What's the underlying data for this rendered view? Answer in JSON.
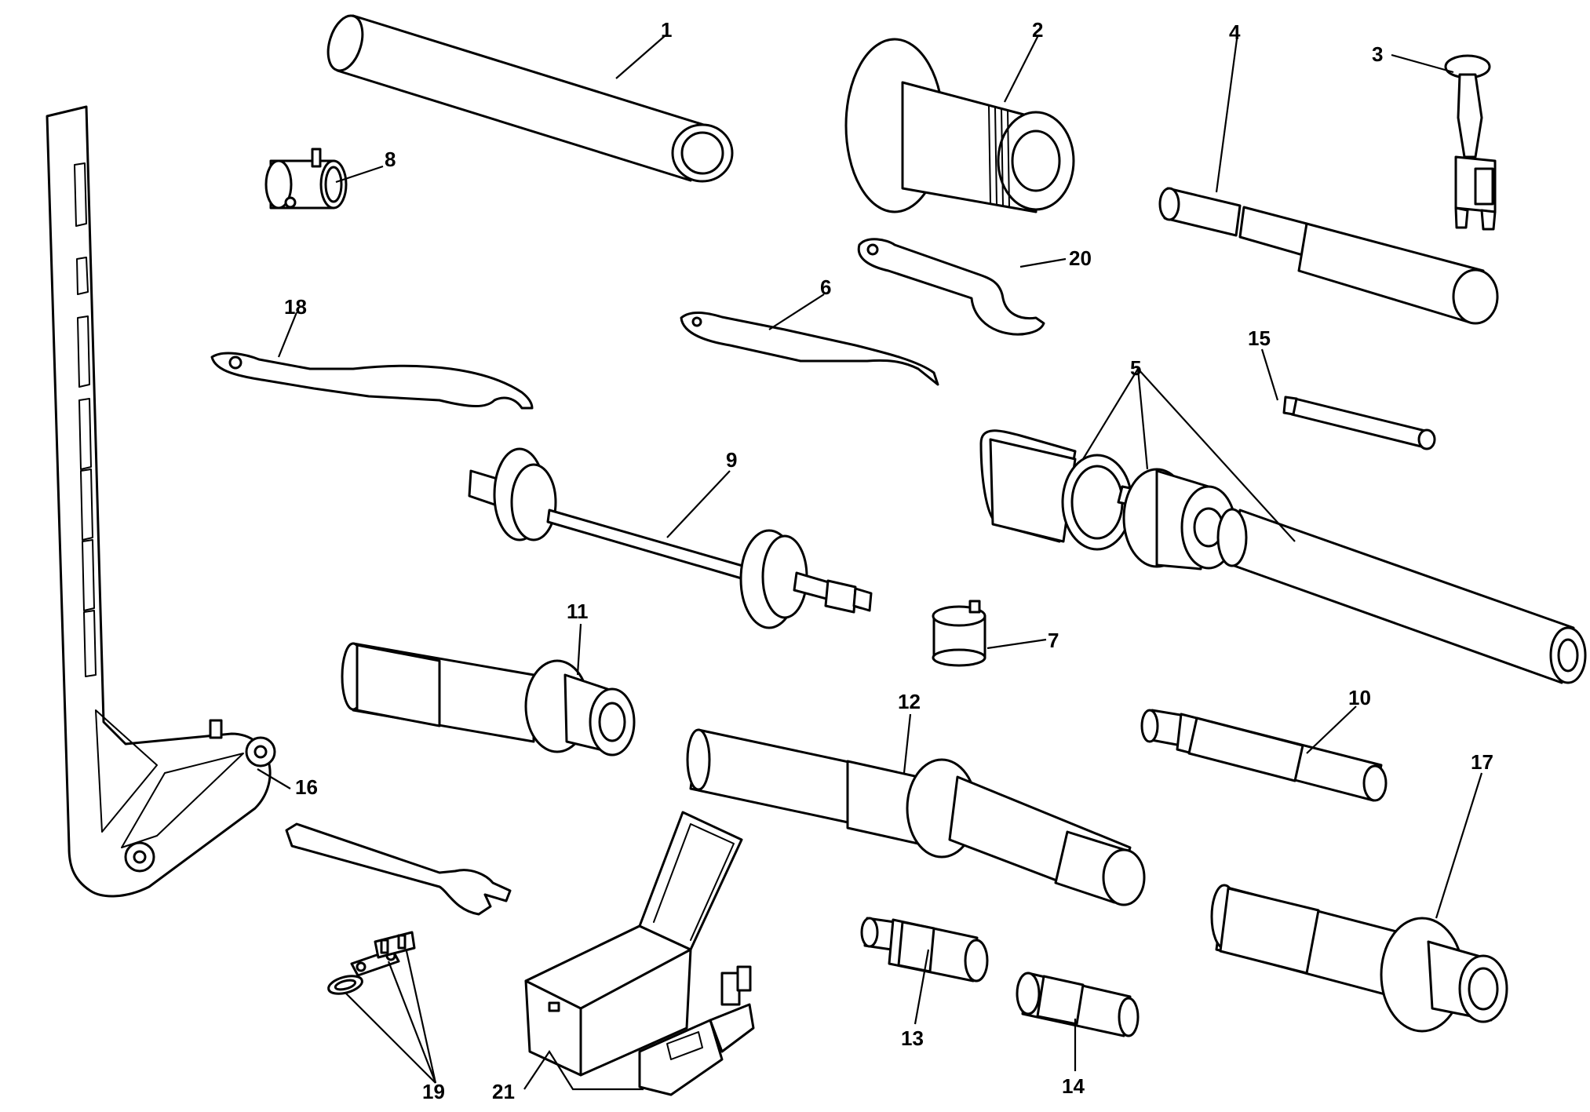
{
  "labels": {
    "l1": "1",
    "l2": "2",
    "l3": "3",
    "l4": "4",
    "l5": "5",
    "l6": "6",
    "l7": "7",
    "l8": "8",
    "l9": "9",
    "l10": "10",
    "l11": "11",
    "l12": "12",
    "l13": "13",
    "l14": "14",
    "l15": "15",
    "l16": "16",
    "l17": "17",
    "l18": "18",
    "l19": "19",
    "l20": "20",
    "l21": "21"
  }
}
